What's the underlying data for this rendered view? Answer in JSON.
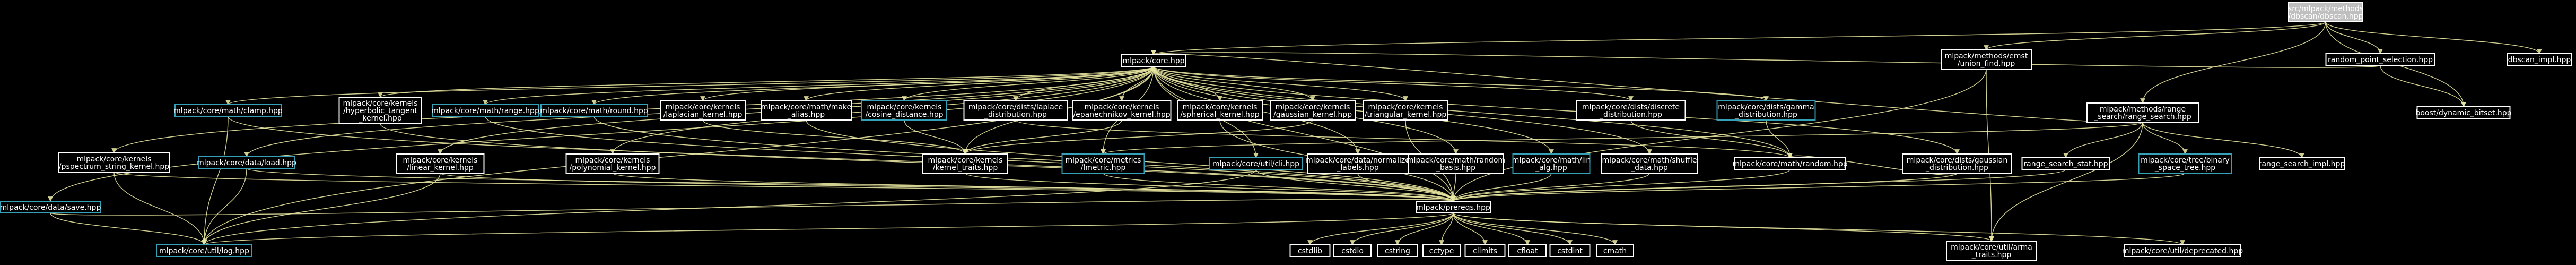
{
  "graph": {
    "colors": {
      "background": "#000000",
      "edge": "#e8e6a0",
      "root_fill": "#bfbfbf",
      "root_text": "#000000",
      "documented_border": "#ffffff",
      "linked_border": "#35a1b8",
      "text": "#ffffff"
    },
    "nodes": [
      {
        "id": "root",
        "lines": [
          "src/mlpack/methods",
          "/dbscan/dbscan.hpp"
        ],
        "style": "root"
      },
      {
        "id": "prereqs_top",
        "lines": [
          "mlpack/core.hpp"
        ],
        "style": "plain"
      },
      {
        "id": "union_find",
        "lines": [
          "mlpack/methods/emst",
          "/union_find.hpp"
        ],
        "style": "plain"
      },
      {
        "id": "random_point",
        "lines": [
          "random_point_selection.hpp"
        ],
        "style": "plain"
      },
      {
        "id": "dbscan_impl",
        "lines": [
          "dbscan_impl.hpp"
        ],
        "style": "plain"
      },
      {
        "id": "dynamic_bitset",
        "lines": [
          "boost/dynamic_bitset.hpp"
        ],
        "style": "plain"
      },
      {
        "id": "range_search",
        "lines": [
          "mlpack/methods/range",
          "_search/range_search.hpp"
        ],
        "style": "plain"
      },
      {
        "id": "clamp",
        "lines": [
          "mlpack/core/math/clamp.hpp"
        ],
        "style": "linked"
      },
      {
        "id": "hyperbolic",
        "lines": [
          "mlpack/core/kernels",
          "/hyperbolic_tangent",
          "_kernel.hpp"
        ],
        "style": "plain"
      },
      {
        "id": "range_hpp",
        "lines": [
          "mlpack/core/math/range.hpp"
        ],
        "style": "linked"
      },
      {
        "id": "round",
        "lines": [
          "mlpack/core/math/round.hpp"
        ],
        "style": "linked"
      },
      {
        "id": "laplacian",
        "lines": [
          "mlpack/core/kernels",
          "/laplacian_kernel.hpp"
        ],
        "style": "plain"
      },
      {
        "id": "make_alias",
        "lines": [
          "mlpack/core/math/make",
          "_alias.hpp"
        ],
        "style": "plain"
      },
      {
        "id": "cosine",
        "lines": [
          "mlpack/core/kernels",
          "/cosine_distance.hpp"
        ],
        "style": "linked"
      },
      {
        "id": "laplace_dist",
        "lines": [
          "mlpack/core/dists/laplace",
          "_distribution.hpp"
        ],
        "style": "plain"
      },
      {
        "id": "epanechnikov",
        "lines": [
          "mlpack/core/kernels",
          "/epanechnikov_kernel.hpp"
        ],
        "style": "plain"
      },
      {
        "id": "spherical",
        "lines": [
          "mlpack/core/kernels",
          "/spherical_kernel.hpp"
        ],
        "style": "plain"
      },
      {
        "id": "gaussian_kernel",
        "lines": [
          "mlpack/core/kernels",
          "/gaussian_kernel.hpp"
        ],
        "style": "plain"
      },
      {
        "id": "triangular",
        "lines": [
          "mlpack/core/kernels",
          "/triangular_kernel.hpp"
        ],
        "style": "plain"
      },
      {
        "id": "discrete",
        "lines": [
          "mlpack/core/dists/discrete",
          "_distribution.hpp"
        ],
        "style": "plain"
      },
      {
        "id": "gamma",
        "lines": [
          "mlpack/core/dists/gamma",
          "_distribution.hpp"
        ],
        "style": "linked"
      },
      {
        "id": "pspectrum",
        "lines": [
          "mlpack/core/kernels",
          "/pspectrum_string_kernel.hpp"
        ],
        "style": "plain"
      },
      {
        "id": "load",
        "lines": [
          "mlpack/core/data/load.hpp"
        ],
        "style": "linked"
      },
      {
        "id": "linear",
        "lines": [
          "mlpack/core/kernels",
          "/linear_kernel.hpp"
        ],
        "style": "plain"
      },
      {
        "id": "polynomial",
        "lines": [
          "mlpack/core/kernels",
          "/polynomial_kernel.hpp"
        ],
        "style": "plain"
      },
      {
        "id": "kernel_traits",
        "lines": [
          "mlpack/core/kernels",
          "/kernel_traits.hpp"
        ],
        "style": "plain"
      },
      {
        "id": "lmetric",
        "lines": [
          "mlpack/core/metrics",
          "/lmetric.hpp"
        ],
        "style": "linked"
      },
      {
        "id": "cli",
        "lines": [
          "mlpack/core/util/cli.hpp"
        ],
        "style": "linked"
      },
      {
        "id": "normalize",
        "lines": [
          "mlpack/core/data/normalize",
          "_labels.hpp"
        ],
        "style": "plain"
      },
      {
        "id": "random_basis",
        "lines": [
          "mlpack/core/math/random",
          "_basis.hpp"
        ],
        "style": "plain"
      },
      {
        "id": "lin_alg",
        "lines": [
          "mlpack/core/math/lin",
          "_alg.hpp"
        ],
        "style": "linked"
      },
      {
        "id": "shuffle",
        "lines": [
          "mlpack/core/math/shuffle",
          "_data.hpp"
        ],
        "style": "plain"
      },
      {
        "id": "random_hpp",
        "lines": [
          "mlpack/core/math/random.hpp"
        ],
        "style": "plain"
      },
      {
        "id": "gaussian_dist",
        "lines": [
          "mlpack/core/dists/gaussian",
          "_distribution.hpp"
        ],
        "style": "plain"
      },
      {
        "id": "range_stat",
        "lines": [
          "range_search_stat.hpp"
        ],
        "style": "plain"
      },
      {
        "id": "tree_binary",
        "lines": [
          "mlpack/core/tree/binary",
          "_space_tree.hpp"
        ],
        "style": "linked"
      },
      {
        "id": "range_impl",
        "lines": [
          "range_search_impl.hpp"
        ],
        "style": "plain"
      },
      {
        "id": "save",
        "lines": [
          "mlpack/core/data/save.hpp"
        ],
        "style": "linked"
      },
      {
        "id": "prereqs",
        "lines": [
          "mlpack/prereqs.hpp"
        ],
        "style": "plain"
      },
      {
        "id": "log",
        "lines": [
          "mlpack/core/util/log.hpp"
        ],
        "style": "linked"
      },
      {
        "id": "cxx_cstdlib",
        "lines": [
          "cstdlib"
        ],
        "style": "plain"
      },
      {
        "id": "cxx_cstdio",
        "lines": [
          "cstdio"
        ],
        "style": "plain"
      },
      {
        "id": "cxx_cstring",
        "lines": [
          "cstring"
        ],
        "style": "plain"
      },
      {
        "id": "cxx_cctype",
        "lines": [
          "cctype"
        ],
        "style": "plain"
      },
      {
        "id": "cxx_climits",
        "lines": [
          "climits"
        ],
        "style": "plain"
      },
      {
        "id": "cxx_cfloat",
        "lines": [
          "cfloat"
        ],
        "style": "plain"
      },
      {
        "id": "cxx_cstdint",
        "lines": [
          "cstdint"
        ],
        "style": "plain"
      },
      {
        "id": "cxx_cmath",
        "lines": [
          "cmath"
        ],
        "style": "plain"
      },
      {
        "id": "arma_traits",
        "lines": [
          "mlpack/core/util/arma",
          "_traits.hpp"
        ],
        "style": "plain"
      },
      {
        "id": "deprecated",
        "lines": [
          "mlpack/core/util/deprecated.hpp"
        ],
        "style": "plain"
      }
    ],
    "edges": [
      [
        "root",
        "prereqs_top"
      ],
      [
        "root",
        "union_find"
      ],
      [
        "root",
        "random_point"
      ],
      [
        "root",
        "dbscan_impl"
      ],
      [
        "root",
        "dynamic_bitset"
      ],
      [
        "root",
        "range_search"
      ],
      [
        "union_find",
        "prereqs"
      ],
      [
        "random_point",
        "dynamic_bitset"
      ],
      [
        "random_point",
        "prereqs_top"
      ],
      [
        "prereqs_top",
        "clamp"
      ],
      [
        "prereqs_top",
        "hyperbolic"
      ],
      [
        "prereqs_top",
        "range_hpp"
      ],
      [
        "prereqs_top",
        "round"
      ],
      [
        "prereqs_top",
        "laplacian"
      ],
      [
        "prereqs_top",
        "make_alias"
      ],
      [
        "prereqs_top",
        "cosine"
      ],
      [
        "prereqs_top",
        "laplace_dist"
      ],
      [
        "prereqs_top",
        "epanechnikov"
      ],
      [
        "prereqs_top",
        "spherical"
      ],
      [
        "prereqs_top",
        "gaussian_kernel"
      ],
      [
        "prereqs_top",
        "triangular"
      ],
      [
        "prereqs_top",
        "discrete"
      ],
      [
        "prereqs_top",
        "gamma"
      ],
      [
        "prereqs_top",
        "pspectrum"
      ],
      [
        "prereqs_top",
        "load"
      ],
      [
        "prereqs_top",
        "linear"
      ],
      [
        "prereqs_top",
        "polynomial"
      ],
      [
        "prereqs_top",
        "kernel_traits"
      ],
      [
        "prereqs_top",
        "lmetric"
      ],
      [
        "prereqs_top",
        "cli"
      ],
      [
        "prereqs_top",
        "normalize"
      ],
      [
        "prereqs_top",
        "random_basis"
      ],
      [
        "prereqs_top",
        "lin_alg"
      ],
      [
        "prereqs_top",
        "shuffle"
      ],
      [
        "prereqs_top",
        "random_hpp"
      ],
      [
        "prereqs_top",
        "gaussian_dist"
      ],
      [
        "prereqs_top",
        "save"
      ],
      [
        "prereqs_top",
        "prereqs"
      ],
      [
        "prereqs_top",
        "log"
      ],
      [
        "range_search",
        "prereqs_top"
      ],
      [
        "range_search",
        "range_stat"
      ],
      [
        "range_search",
        "tree_binary"
      ],
      [
        "range_search",
        "range_impl"
      ],
      [
        "range_search",
        "lmetric"
      ],
      [
        "discrete",
        "random_hpp"
      ],
      [
        "gamma",
        "random_hpp"
      ],
      [
        "laplace_dist",
        "random_hpp"
      ],
      [
        "gaussian_dist",
        "random_hpp"
      ],
      [
        "cosine",
        "kernel_traits"
      ],
      [
        "epanechnikov",
        "kernel_traits"
      ],
      [
        "laplacian",
        "kernel_traits"
      ],
      [
        "gaussian_kernel",
        "kernel_traits"
      ],
      [
        "clamp",
        "prereqs"
      ],
      [
        "range_hpp",
        "prereqs"
      ],
      [
        "round",
        "prereqs"
      ],
      [
        "make_alias",
        "prereqs"
      ],
      [
        "hyperbolic",
        "prereqs"
      ],
      [
        "spherical",
        "prereqs"
      ],
      [
        "triangular",
        "prereqs"
      ],
      [
        "pspectrum",
        "prereqs"
      ],
      [
        "load",
        "prereqs"
      ],
      [
        "linear",
        "prereqs"
      ],
      [
        "polynomial",
        "prereqs"
      ],
      [
        "kernel_traits",
        "prereqs"
      ],
      [
        "lmetric",
        "prereqs"
      ],
      [
        "cli",
        "prereqs"
      ],
      [
        "normalize",
        "prereqs"
      ],
      [
        "random_basis",
        "prereqs"
      ],
      [
        "lin_alg",
        "prereqs"
      ],
      [
        "shuffle",
        "prereqs"
      ],
      [
        "random_hpp",
        "prereqs"
      ],
      [
        "gaussian_dist",
        "prereqs"
      ],
      [
        "range_stat",
        "prereqs"
      ],
      [
        "tree_binary",
        "prereqs"
      ],
      [
        "save",
        "prereqs"
      ],
      [
        "pspectrum",
        "log"
      ],
      [
        "load",
        "log"
      ],
      [
        "clamp",
        "log"
      ],
      [
        "save",
        "log"
      ],
      [
        "linear",
        "log"
      ],
      [
        "cli",
        "log"
      ],
      [
        "prereqs",
        "log"
      ],
      [
        "prereqs",
        "cxx_cstdlib"
      ],
      [
        "prereqs",
        "cxx_cstdio"
      ],
      [
        "prereqs",
        "cxx_cstring"
      ],
      [
        "prereqs",
        "cxx_cctype"
      ],
      [
        "prereqs",
        "cxx_climits"
      ],
      [
        "prereqs",
        "cxx_cfloat"
      ],
      [
        "prereqs",
        "cxx_cstdint"
      ],
      [
        "prereqs",
        "cxx_cmath"
      ],
      [
        "prereqs",
        "arma_traits"
      ],
      [
        "prereqs",
        "deprecated"
      ],
      [
        "range_search",
        "arma_traits"
      ],
      [
        "union_find",
        "arma_traits"
      ]
    ]
  }
}
